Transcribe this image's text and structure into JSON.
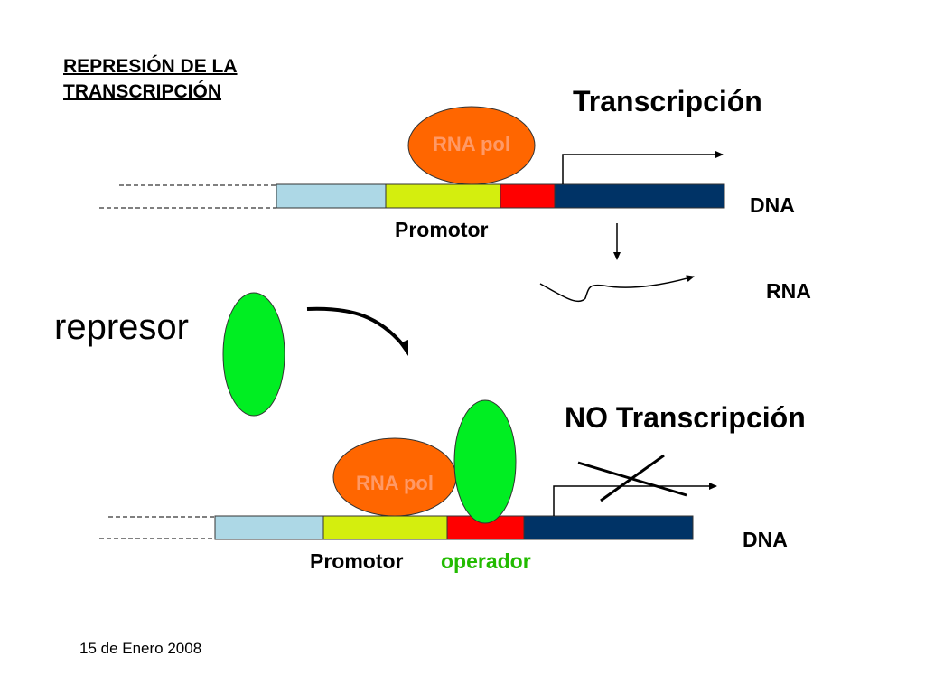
{
  "title": {
    "line1": "REPRESIÓN DE LA",
    "line2": "TRANSCRIPCIÓN"
  },
  "top": {
    "heading": "Transcripción",
    "rna_pol": "RNA pol",
    "dna": "DNA",
    "promotor": "Promotor",
    "rna": "RNA"
  },
  "represor_label": "represor",
  "bottom": {
    "heading": "NO Transcripción",
    "rna_pol": "RNA pol",
    "dna": "DNA",
    "promotor": "Promotor",
    "operador": "operador"
  },
  "footer_date": "15 de Enero 2008",
  "colors": {
    "light_blue": "#add8e6",
    "yellow_green": "#d4ee0e",
    "red": "#ff0000",
    "navy": "#003366",
    "rna_pol": "#ff6600",
    "represor": "#00ee22",
    "operador_text": "#22bb00"
  }
}
